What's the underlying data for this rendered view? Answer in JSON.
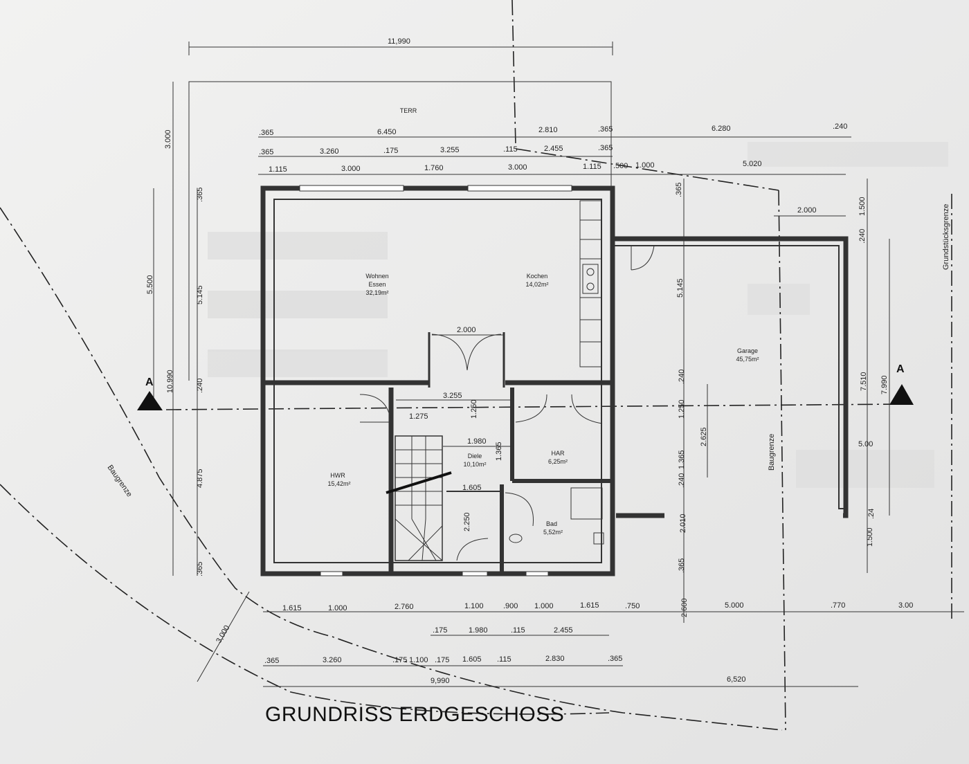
{
  "title": "GRUNDRISS ERDGESCHOSS",
  "section_markers": [
    "A",
    "A"
  ],
  "labels": {
    "terr": "TERR",
    "baugrenze_left": "Baugrenze",
    "baugrenze_right": "Baugrenze",
    "grundstuecksgrenze": "Grundstücksgrenze"
  },
  "rooms": {
    "wohnen": {
      "name1": "Wohnen",
      "name2": "Essen",
      "area": "32,19m²"
    },
    "kochen": {
      "name": "Kochen",
      "area": "14,02m²"
    },
    "garage": {
      "name": "Garage",
      "area": "45,75m²"
    },
    "diele": {
      "name": "Diele",
      "area": "10,10m²"
    },
    "har": {
      "name": "HAR",
      "area": "6,25m²"
    },
    "hwr": {
      "name": "HWR",
      "area": "15,42m²"
    },
    "bad": {
      "name": "Bad",
      "area": "5,52m²"
    }
  },
  "dims_top": {
    "overall": "11,990",
    "r1": [
      ".365",
      "6.450",
      "2.810",
      ".365",
      "6.280",
      ".240"
    ],
    "r2": [
      ".365",
      "3.260",
      ".175",
      "3.255",
      ".115",
      "2.455",
      ".365"
    ],
    "r3": [
      "1.115",
      "3.000",
      "1.760",
      "3.000",
      "1.115",
      ".500",
      "1.000",
      "5.020"
    ]
  },
  "dims_bottom": {
    "r1": [
      "1.615",
      "1.000",
      "2.760",
      "1.100",
      ".900",
      "1.000",
      "1.615",
      ".750",
      "5.000",
      ".770",
      "3.00"
    ],
    "r2": [
      ".175",
      "1.980",
      ".115",
      "2.455"
    ],
    "r3": [
      ".365",
      "3.260",
      ".175",
      "1.100",
      ".175",
      "1.605",
      ".115",
      "2.830",
      ".365"
    ],
    "overall_left": "9,990",
    "overall_right": "6,520",
    "diag": "3,000"
  },
  "dims_left": [
    "3.000",
    "5.500",
    "10.990",
    ".365",
    "5.145",
    ".240",
    "4.875",
    ".365"
  ],
  "dims_right": [
    "1.500",
    ".240",
    "7.510",
    "7.990",
    "5.00",
    ".24",
    "1.500",
    "2.000"
  ],
  "dims_inner": [
    "2.000",
    "3.255",
    "1.250",
    "1.275",
    "1.980",
    "1.365",
    "1.605",
    "2.250"
  ],
  "dims_garage": [
    ".365",
    "5.145",
    ".240",
    "1.250",
    "2.625",
    "1.365",
    ".240",
    "2.010",
    ".365",
    "2.600"
  ]
}
